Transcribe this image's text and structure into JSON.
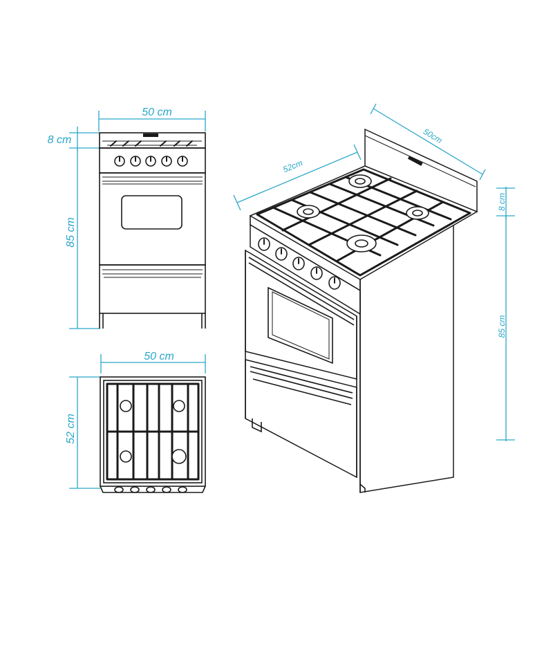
{
  "dimensions": {
    "front_width": "50 cm",
    "front_top_height": "8 cm",
    "front_body_height": "85 cm",
    "top_width": "50 cm",
    "top_depth": "52 cm",
    "iso_depth": "52cm",
    "iso_width": "50cm",
    "iso_top_height": "8 cm",
    "iso_body_height": "85 cm"
  },
  "colors": {
    "dimension": "#2aa6c9",
    "outline": "#1a1a1a"
  }
}
